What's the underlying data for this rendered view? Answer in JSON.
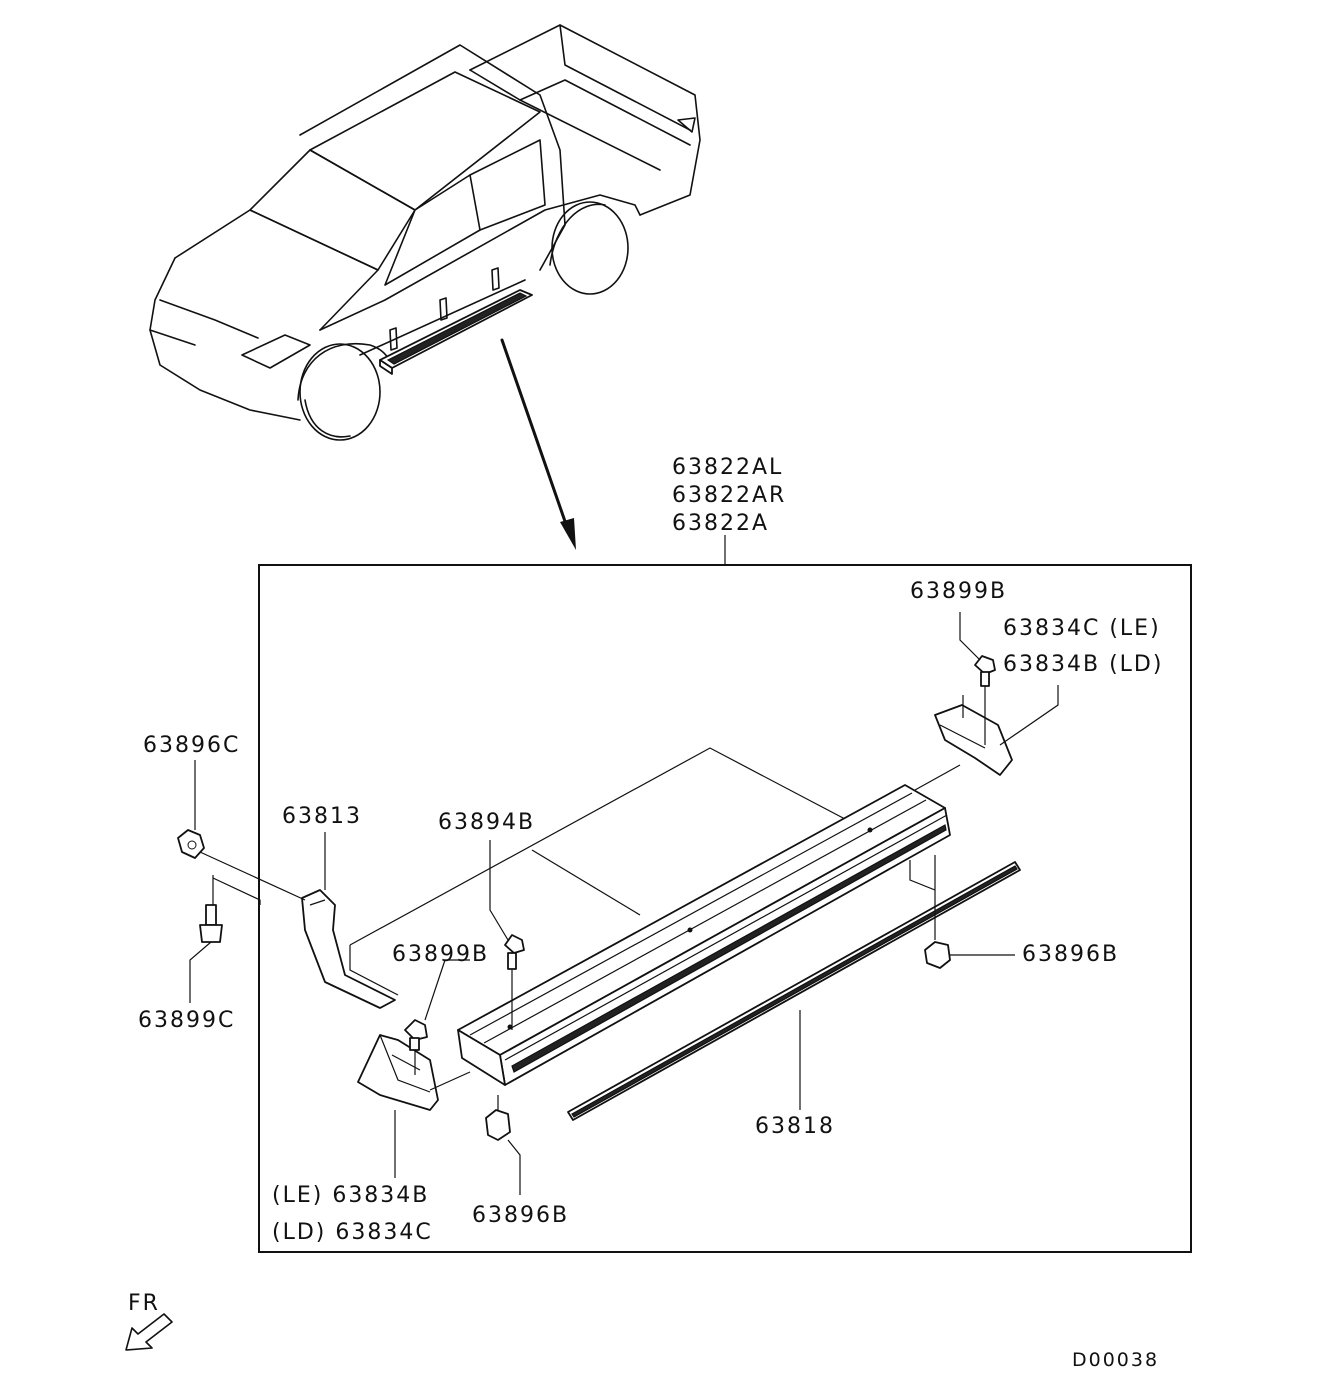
{
  "labels": {
    "assembly_al": "63822AL",
    "assembly_ar": "63822AR",
    "assembly_a": "63822A",
    "clip_top_right": "63899B",
    "step_end_top_le": "63834C (LE)",
    "step_end_top_ld": "63834B (LD)",
    "nut_left": "63896C",
    "bracket": "63813",
    "bolt_center": "63894B",
    "nut_right": "63896B",
    "clip_center": "63899B",
    "bolt_left": "63899C",
    "molding": "63818",
    "step_end_bottom_le": "(LE) 63834B",
    "step_end_bottom_ld": "(LD) 63834C",
    "nut_bottom": "63896B",
    "direction": "FR",
    "diagram_code": "D00038"
  }
}
